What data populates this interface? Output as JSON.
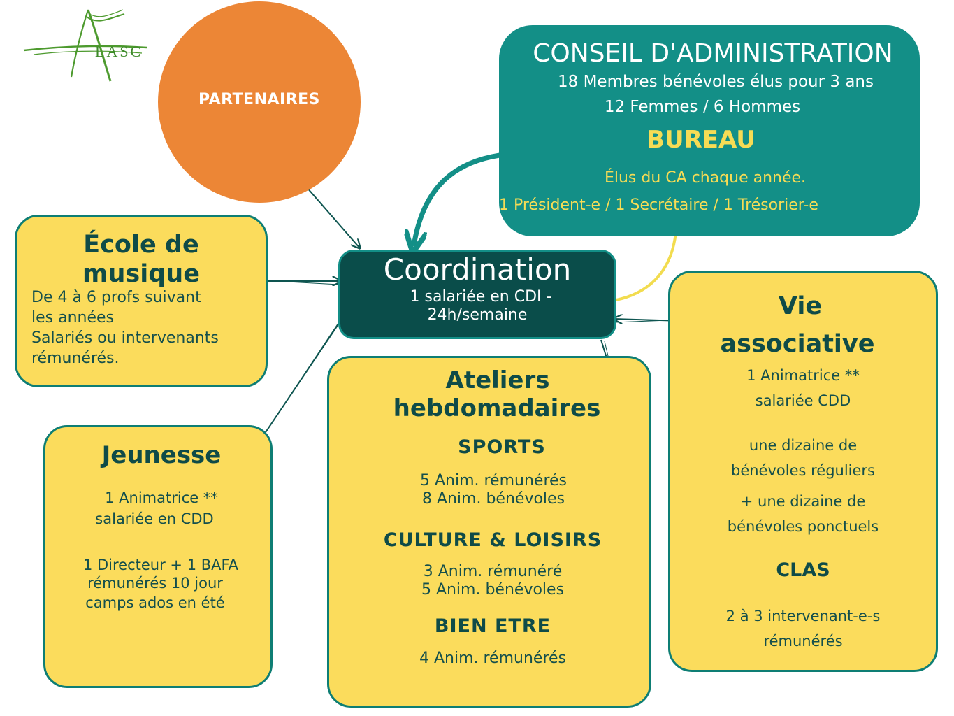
{
  "logo": {
    "text": "LASC"
  },
  "partenaires": {
    "label": "PARTENAIRES"
  },
  "conseil": {
    "title": "CONSEIL D'ADMINISTRATION",
    "line1": "18 Membres bénévoles élus pour 3 ans",
    "line2": "12 Femmes / 6 Hommes",
    "bureau_title": "BUREAU",
    "bureau_line1": "Élus du CA chaque année.",
    "bureau_line2": "1 Président-e / 1 Secrétaire  /  1 Trésorier-e"
  },
  "coordination": {
    "title": "Coordination",
    "line1": "1 salariée en CDI -",
    "line2": "24h/semaine"
  },
  "ecole": {
    "title1": "École de",
    "title2": "musique",
    "lines": [
      "De 4 à 6 profs suivant",
      "les années",
      "Salariés ou intervenants",
      "rémunérés."
    ]
  },
  "jeunesse": {
    "title": "Jeunesse",
    "line1": "1 Animatrice **",
    "line2": "salariée  en CDD",
    "line3": "1 Directeur + 1 BAFA",
    "line4": "rémunérés 10 jour",
    "line5": "camps ados en été"
  },
  "ateliers": {
    "title1": "Ateliers",
    "title2": "hebdomadaires",
    "sports": {
      "title": "SPORTS",
      "line1": "5 Anim. rémunérés",
      "line2": "8 Anim. bénévoles"
    },
    "culture": {
      "title": "CULTURE & LOISIRS",
      "line1": "3 Anim. rémunéré",
      "line2": "5 Anim. bénévoles"
    },
    "bien": {
      "title": "BIEN ETRE",
      "line1": "4 Anim. rémunérés"
    }
  },
  "vie": {
    "title1": "Vie",
    "title2": "associative",
    "line1": "1 Animatrice **",
    "line2": "salariée CDD",
    "line3": "une dizaine de",
    "line4": "bénévoles réguliers",
    "line5": "+ une dizaine de",
    "line6": "bénévoles ponctuels",
    "clas_title": "CLAS",
    "clas_line1": "2 à 3 intervenant-e-s",
    "clas_line2": "rémunérés"
  },
  "colors": {
    "teal": "#138f87",
    "dark_teal": "#0a4d4a",
    "orange": "#ec8636",
    "yellow": "#fbdc5c",
    "bureau_yellow": "#f6dc55"
  }
}
